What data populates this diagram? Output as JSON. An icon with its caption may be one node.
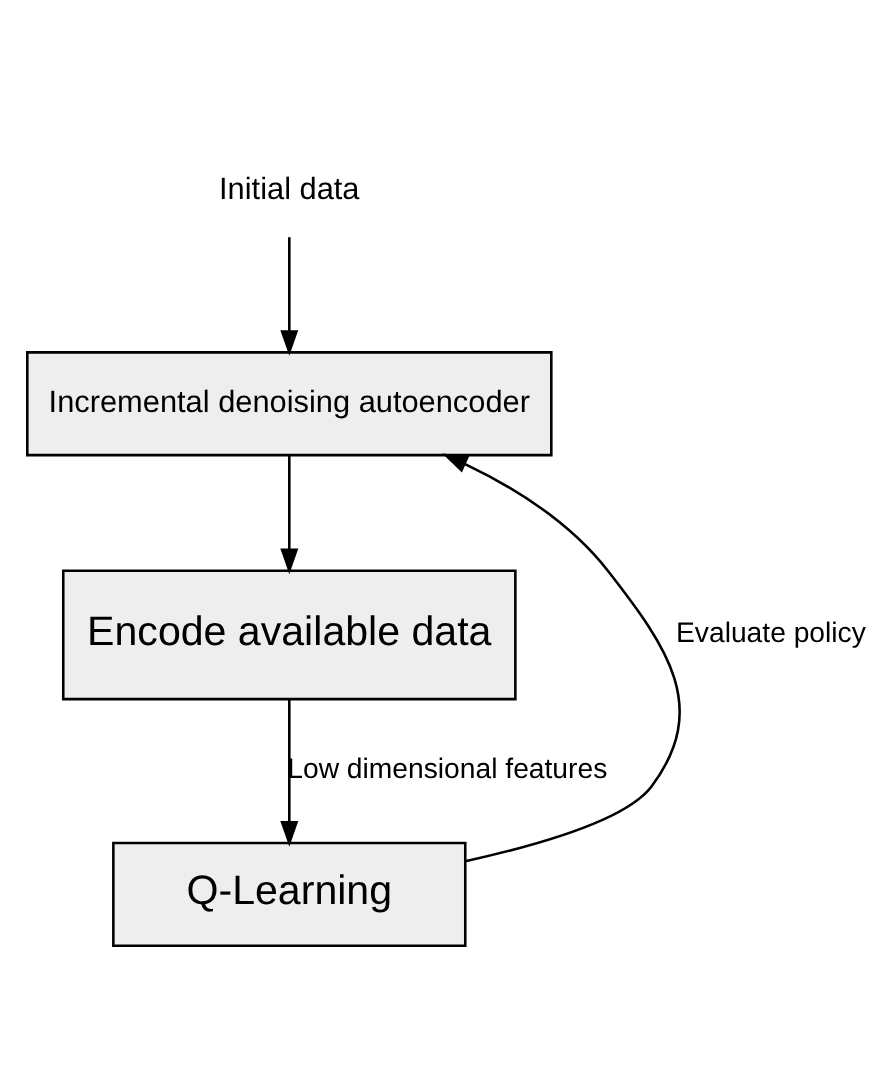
{
  "diagram": {
    "nodes": [
      {
        "text": [
          "Initial data"
        ]
      },
      {
        "text": [
          "Incremental denoising autoencoder"
        ]
      },
      {
        "text": [
          "Encode available data"
        ]
      },
      {
        "text": [
          "Q-Learning"
        ]
      }
    ],
    "edges": [
      {
        "from": 0,
        "to": 1,
        "arrow": "to"
      },
      {
        "from": 1,
        "to": 2,
        "arrow": "to"
      },
      {
        "from": 2,
        "to": 3,
        "arrow": "to",
        "label": "Low dimensional features"
      },
      {
        "from": 3,
        "to": 1,
        "arrow": "to",
        "label": "Evaluate policy"
      }
    ]
  }
}
